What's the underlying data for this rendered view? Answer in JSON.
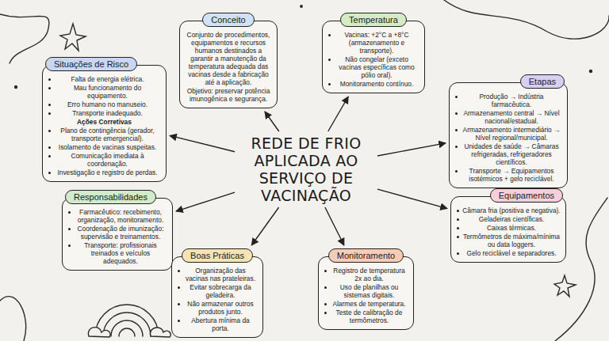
{
  "diagram": {
    "nodes": [
      {
        "text": [
          "REDE DE FRIO APLICADA AO SERVIÇO DE VACINAÇÃO"
        ]
      },
      {
        "text": [
          "Conceito",
          "Conjunto de procedimentos, equipamentos e recursos humanos destinados a garantir a manutenção da temperatura adequada das vacinas desde a fabricação até a aplicação.",
          "Objetivo: preservar potência imunogênica e segurança."
        ]
      },
      {
        "text": [
          "Temperatura",
          "Vacinas: +2°C a +8°C (armazenamento e transporte).",
          "Não congelar (exceto vacinas específicas como pólio oral).",
          "Monitoramento contínuo."
        ]
      },
      {
        "text": [
          "Situações de Risco",
          "Falta de energia elétrica.",
          "Mau funcionamento do equipamento.",
          "Erro humano no manuseio.",
          "Transporte inadequado.",
          "Ações Corretivas",
          "Plano de contingência (gerador, transporte emergencial).",
          "Isolamento de vacinas suspeitas.",
          "Comunicação imediata à coordenação.",
          "Investigação e registro de perdas."
        ]
      },
      {
        "text": [
          "Etapas",
          "Produção → Indústria farmacêutica.",
          "Armazenamento central → Nível nacional/estadual.",
          "Armazenamento intermediário → Nível regional/municipal.",
          "Unidades de saúde → Câmaras refrigeradas, refrigeradores científicos.",
          "Transporte → Equipamentos isotérmicos + gelo reciclável."
        ]
      },
      {
        "text": [
          "Responsabilidades",
          "Farmacêutico: recebimento, organização, monitoramento.",
          "Coordenação de imunização: supervisão e treinamentos.",
          "Transporte: profissionais treinados e veículos adequados."
        ]
      },
      {
        "text": [
          "Equipamentos",
          "Câmara fria (positiva e negativa).",
          "Geladeiras científicas.",
          "Caixas térmicas.",
          "Termômetros de máxima/mínima ou data loggers.",
          "Gelo reciclável e separadores."
        ]
      },
      {
        "text": [
          "Boas Práticas",
          "Organização das vacinas nas prateleiras.",
          "Evitar sobrecarga da geladeira.",
          "Não armazenar outros produtos junto.",
          "Abertura mínima da porta."
        ]
      },
      {
        "text": [
          "Monitoramento",
          "Registro de temperatura 2x ao dia.",
          "Uso de planilhas ou sistemas digitais.",
          "Alarmes de temperatura.",
          "Teste de calibração de termômetros."
        ]
      }
    ],
    "edges": [
      {
        "from": 0,
        "to": 1,
        "arrow": "to"
      },
      {
        "from": 0,
        "to": 2,
        "arrow": "to"
      },
      {
        "from": 0,
        "to": 3,
        "arrow": "to"
      },
      {
        "from": 0,
        "to": 4,
        "arrow": "to"
      },
      {
        "from": 0,
        "to": 5,
        "arrow": "to"
      },
      {
        "from": 0,
        "to": 6,
        "arrow": "to"
      },
      {
        "from": 0,
        "to": 7,
        "arrow": "to"
      },
      {
        "from": 0,
        "to": 8,
        "arrow": "to"
      }
    ]
  }
}
